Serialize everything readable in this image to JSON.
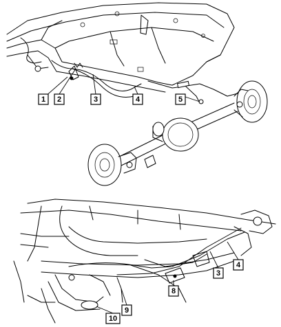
{
  "callouts_top": [
    {
      "id": "c1",
      "label": "1"
    },
    {
      "id": "c2",
      "label": "2"
    },
    {
      "id": "c3",
      "label": "3"
    },
    {
      "id": "c4",
      "label": "4"
    },
    {
      "id": "c5",
      "label": "5"
    }
  ],
  "callouts_bottom": [
    {
      "id": "c3b",
      "label": "3"
    },
    {
      "id": "c4b",
      "label": "4"
    },
    {
      "id": "c8",
      "label": "8"
    },
    {
      "id": "c9",
      "label": "9"
    },
    {
      "id": "c10",
      "label": "10"
    }
  ]
}
